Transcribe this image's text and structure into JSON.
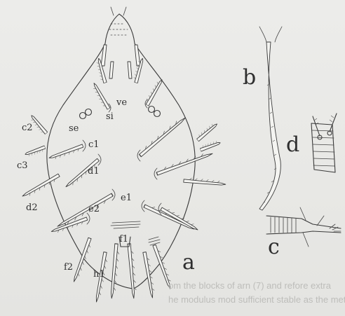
{
  "labels": {
    "ve": "ve",
    "se": "se",
    "si": "si",
    "c1": "c1",
    "c2": "c2",
    "c3": "c3",
    "d1": "d1",
    "d2": "d2",
    "e1": "e1",
    "e2": "e2",
    "f1": "f1",
    "f2": "f2",
    "h1": "h1"
  },
  "panels": {
    "a": "a",
    "b": "b",
    "c": "c",
    "d": "d"
  },
  "bleed_through": {
    "line1": "om the blocks of arn (7) and refore extra",
    "line2": "he modulus mod sufficient stable as the meth"
  }
}
